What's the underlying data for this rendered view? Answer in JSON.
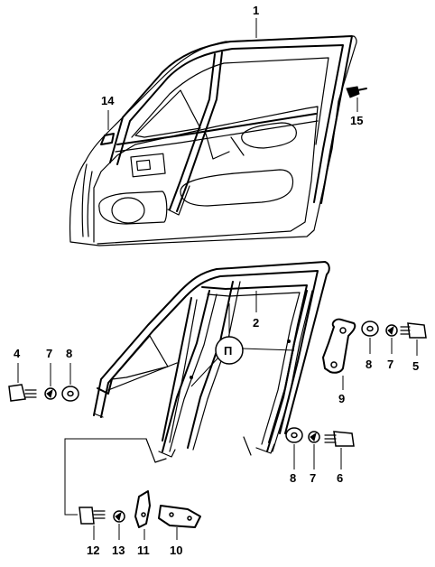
{
  "callouts": {
    "c1": "1",
    "c2": "2",
    "c3": "4",
    "c4": "7",
    "c5": "8",
    "c6": "8",
    "c7": "7",
    "c8": "5",
    "c9": "9",
    "c10": "8",
    "c11": "7",
    "c12": "6",
    "c13": "12",
    "c14": "13",
    "c15": "11",
    "c16": "10",
    "c17": "14",
    "c18": "15",
    "c19": "П"
  }
}
